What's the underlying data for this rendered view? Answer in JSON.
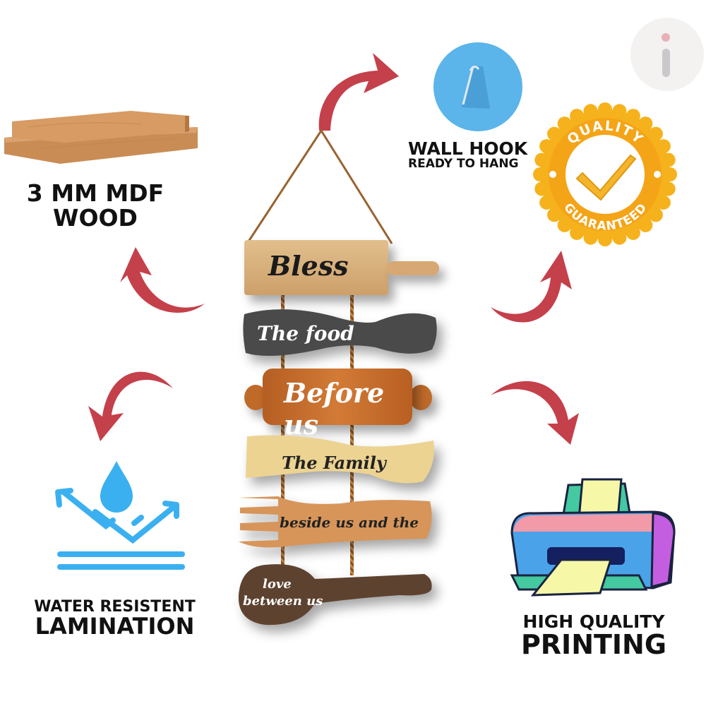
{
  "features": {
    "mdf": {
      "line1": "3 MM MDF",
      "line2": "WOOD",
      "icon": "wood-planks-icon"
    },
    "hook": {
      "title": "WALL HOOK",
      "subtitle": "READY TO HANG",
      "icon": "wall-hook-icon"
    },
    "quality": {
      "top_text": "QUALITY",
      "bottom_text": "GUARANTEED",
      "icon": "quality-badge-icon"
    },
    "water": {
      "line1": "WATER RESISTENT",
      "line2": "LAMINATION",
      "icon": "water-drop-icon"
    },
    "printing": {
      "line1": "HIGH QUALITY",
      "line2": "PRINTING",
      "icon": "printer-icon"
    }
  },
  "signs": [
    {
      "text": "Bless"
    },
    {
      "text": "The food"
    },
    {
      "text": "Before us"
    },
    {
      "text": "The Family"
    },
    {
      "text": "beside us and the"
    },
    {
      "text": "love",
      "text2": "between us"
    }
  ],
  "logo": {
    "glyph": "i"
  },
  "colors": {
    "arrow": "#c4404a",
    "water": "#3bb0f0",
    "badge": "#f6b21d",
    "hook": "#5bb4ea"
  }
}
